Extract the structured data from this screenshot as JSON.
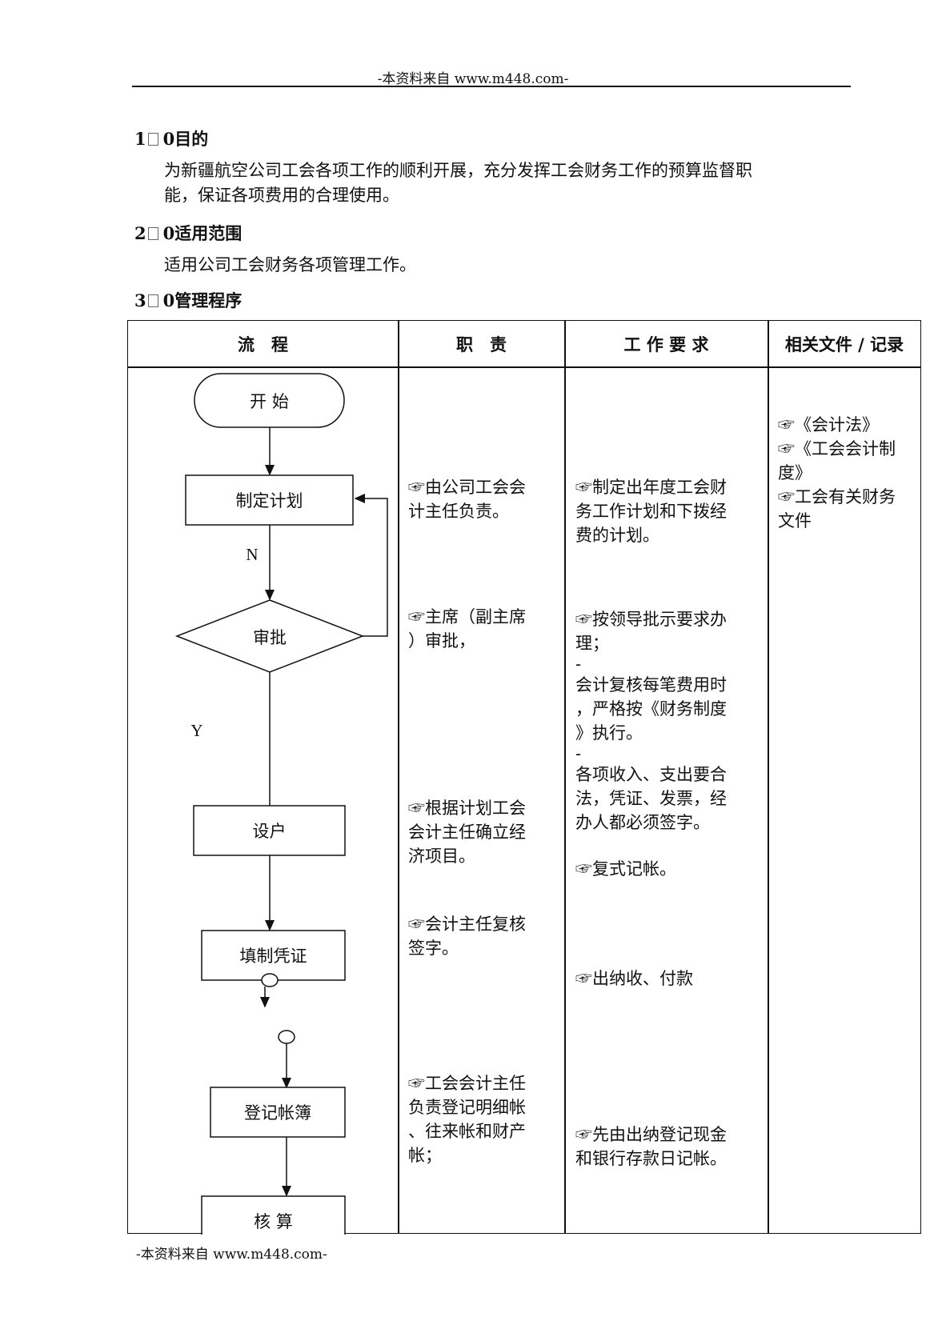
{
  "header": {
    "text": "-本资料来自 www.m448.com-"
  },
  "sections": [
    {
      "num": "1",
      "title": "0目的"
    },
    {
      "num": "2",
      "title": "0适用范围"
    },
    {
      "num": "3",
      "title": "0管理程序"
    }
  ],
  "purpose": {
    "line1": "为新疆航空公司工会各项工作的顺利开展，充分发挥工会财务工作的预算监督职",
    "line2": "能，保证各项费用的合理使用。"
  },
  "scope": "适用公司工会财务各项管理工作。",
  "table": {
    "headers": [
      "流　程",
      "职　责",
      "工 作 要 求",
      "相关文件 / 记录"
    ],
    "flow": {
      "start": "开 始",
      "plan": "制定计划",
      "approve": "审批",
      "setup": "设户",
      "voucher": "填制凭证",
      "ledger": "登记帐簿",
      "settle": "核 算",
      "label_n": "N",
      "label_y": "Y"
    },
    "duties": {
      "d1a": "☞由公司工会会",
      "d1b": "计主任负责。",
      "d2a": "☞主席（副主席",
      "d2b": "）审批，",
      "d3a": "☞根据计划工会",
      "d3b": "会计主任确立经",
      "d3c": "济项目。",
      "d4a": "☞会计主任复核",
      "d4b": "签字。",
      "d5a": "☞工会会计主任",
      "d5b": "负责登记明细帐",
      "d5c": "、往来帐和财产",
      "d5d": "帐；"
    },
    "requirements": {
      "r1a": "☞制定出年度工会财",
      "r1b": "务工作计划和下拨经",
      "r1c": "费的计划。",
      "r2a": "☞按领导批示要求办",
      "r2b": "理；",
      "r2c": "-",
      "r2d": "会计复核每笔费用时",
      "r2e": "，严格按《财务制度",
      "r2f": "》执行。",
      "r2g": "-",
      "r2h": "各项收入、支出要合",
      "r2i": "法，凭证、发票，经",
      "r2j": "办人都必须签字。",
      "r3": "☞复式记帐。",
      "r4": "☞出纳收、付款",
      "r5a": "☞先由出纳登记现金",
      "r5b": "和银行存款日记帐。"
    },
    "documents": {
      "f1": "☞《会计法》",
      "f2a": "☞《工会会计制",
      "f2b": "度》",
      "f3a": "☞工会有关财务",
      "f3b": "文件"
    }
  },
  "footer": {
    "text": "-本资料来自 www.m448.com-"
  }
}
